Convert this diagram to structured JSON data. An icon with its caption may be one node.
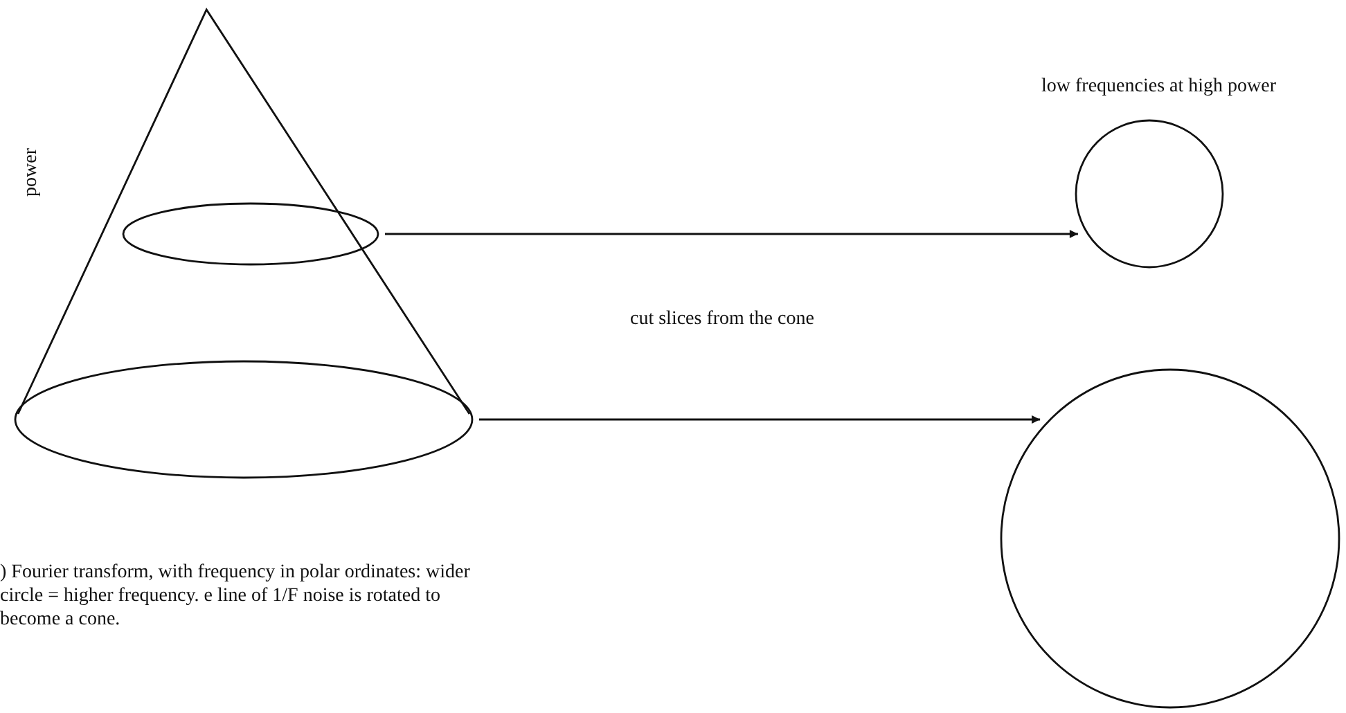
{
  "diagram": {
    "nodes": [
      {
        "text": [],
        "shape": "cone"
      },
      {
        "text": [],
        "shape": "ellipse",
        "in": 0
      },
      {
        "text": [],
        "shape": "ellipse",
        "in": 0
      },
      {
        "text": [],
        "shape": "circle",
        "beside": [
          "low frequencies at high power"
        ]
      },
      {
        "text": [],
        "shape": "circle"
      }
    ],
    "edges": [
      {
        "from": 1,
        "to": 3,
        "arrow": "to"
      },
      {
        "from": 2,
        "to": 4,
        "arrow": "to"
      }
    ],
    "labels": [
      "power",
      "cut slices from the cone",
      ") Fourier transform, with frequency in polar ordinates: wider circle = higher frequency. e line of 1/F noise is rotated to become a cone."
    ]
  }
}
